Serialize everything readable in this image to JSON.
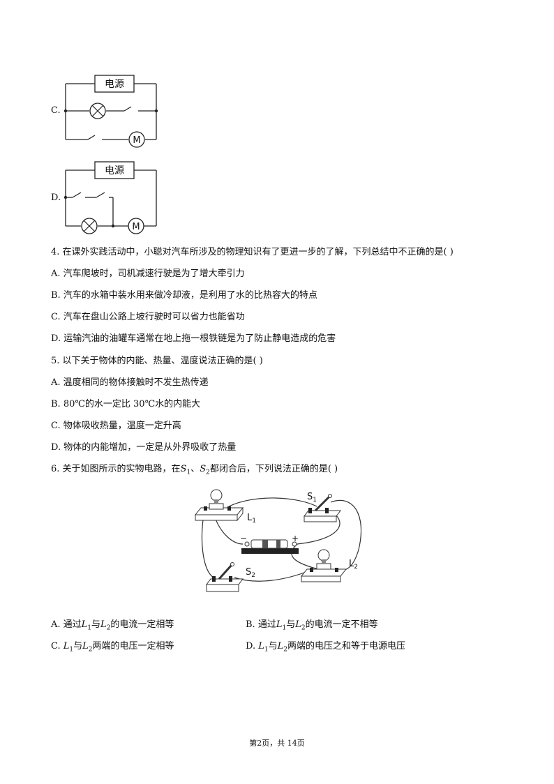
{
  "circuit_c": {
    "label": "C.",
    "source": "电源",
    "motor": "M"
  },
  "circuit_d": {
    "label": "D.",
    "source": "电源",
    "motor": "M"
  },
  "q4": {
    "stem": "4. 在课外实践活动中，小聪对汽车所涉及的物理知识有了更进一步的了解，下列总结中不正确的是(    )",
    "a": "A. 汽车爬坡时，司机减速行驶是为了增大牵引力",
    "b": "B. 汽车的水箱中装水用来做冷却液，是利用了水的比热容大的特点",
    "c": "C. 汽车在盘山公路上坡行驶时可以省力也能省功",
    "d": "D. 运输汽油的油罐车通常在地上拖一根铁链是为了防止静电造成的危害"
  },
  "q5": {
    "stem": "5. 以下关于物体的内能、热量、温度说法正确的是(    )",
    "a": "A. 温度相同的物体接触时不发生热传递",
    "b": "B. 80℃的水一定比 30℃水的内能大",
    "c": "C. 物体吸收热量，温度一定升高",
    "d": "D. 物体的内能增加，一定是从外界吸收了热量"
  },
  "q6": {
    "stem_pre": "6. 关于如图所示的实物电路，在",
    "s1": "S",
    "s1_sub": "1",
    "sep": "、",
    "s2": "S",
    "s2_sub": "2",
    "stem_post": "都闭合后，下列说法正确的是(    )",
    "figure": {
      "l1": "L",
      "l1_sub": "1",
      "l2": "L",
      "l2_sub": "2",
      "s1": "S",
      "s1_sub": "1",
      "s2": "S",
      "s2_sub": "2",
      "minus": "−",
      "plus": "+"
    },
    "opt_a": {
      "pre": "A. 通过",
      "l1": "L",
      "l1_sub": "1",
      "mid": "与",
      "l2": "L",
      "l2_sub": "2",
      "post": "的电流一定相等"
    },
    "opt_b": {
      "pre": "B. 通过",
      "l1": "L",
      "l1_sub": "1",
      "mid": "与",
      "l2": "L",
      "l2_sub": "2",
      "post": "的电流一定不相等"
    },
    "opt_c": {
      "pre": "C. ",
      "l1": "L",
      "l1_sub": "1",
      "mid": "与",
      "l2": "L",
      "l2_sub": "2",
      "post": "两端的电压一定相等"
    },
    "opt_d": {
      "pre": "D. ",
      "l1": "L",
      "l1_sub": "1",
      "mid": "与",
      "l2": "L",
      "l2_sub": "2",
      "post": "两端的电压之和等于电源电压"
    }
  },
  "footer": "第2页，共 14页"
}
